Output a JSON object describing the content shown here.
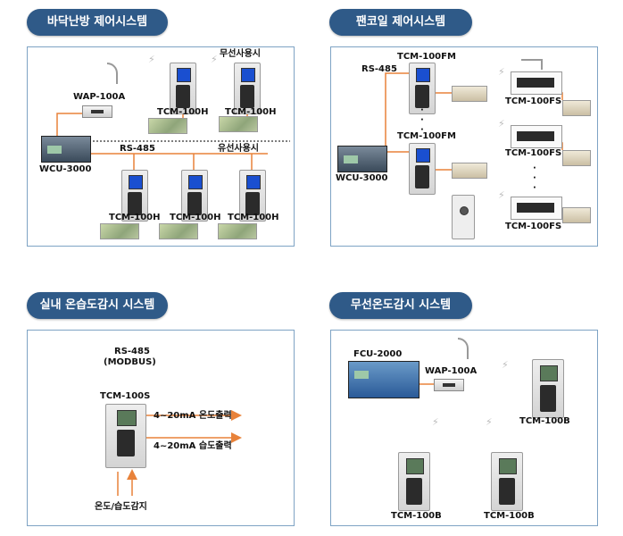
{
  "sections": {
    "floor_heating": {
      "title": "바닥난방 제어시스템",
      "wireless_label": "무선사용시",
      "wired_label": "유선사용시",
      "rs485": "RS-485",
      "wap": "WAP-100A",
      "wcu": "WCU-3000",
      "devices": [
        "TCM-100H",
        "TCM-100H",
        "TCM-100H",
        "TCM-100H",
        "TCM-100H"
      ]
    },
    "fan_coil": {
      "title": "팬코일 제어시스템",
      "rs485": "RS-485",
      "wcu": "WCU-3000",
      "fm": [
        "TCM-100FM",
        "TCM-100FM"
      ],
      "fs": [
        "TCM-100FS",
        "TCM-100FS",
        "TCM-100FS"
      ]
    },
    "indoor_sensing": {
      "title": "실내 온습도감시 시스템",
      "rs485": "RS-485",
      "modbus": "(MODBUS)",
      "device": "TCM-100S",
      "out_temp": "4~20mA 온도출력",
      "out_humid": "4~20mA 습도출력",
      "sense": "온도/습도감지"
    },
    "wireless_temp": {
      "title": "무선온도감시 시스템",
      "fcu": "FCU-2000",
      "wap": "WAP-100A",
      "devices": [
        "TCM-100B",
        "TCM-100B",
        "TCM-100B"
      ]
    }
  },
  "colors": {
    "pill": "#2f5a88",
    "panel_border": "#7ea3c4",
    "wire": "#e8823a",
    "bus": "#333333"
  },
  "icons": [
    "wireless-signal-icon",
    "lightning-icon",
    "arrow-right-icon",
    "arrow-up-icon"
  ]
}
